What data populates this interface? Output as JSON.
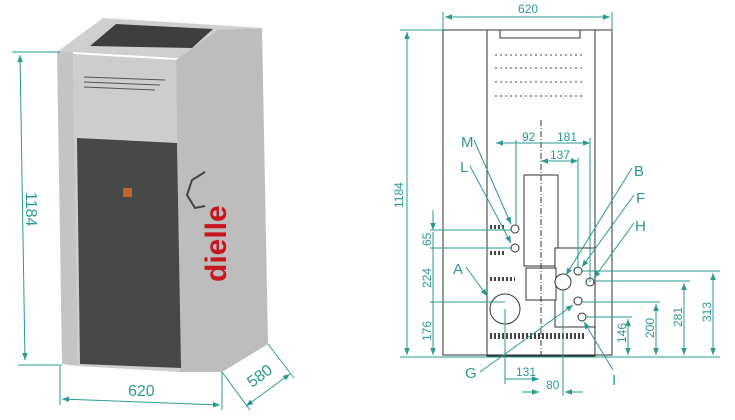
{
  "iso_view": {
    "logo_text": "dielle",
    "dimensions": {
      "height": "1184",
      "width": "620",
      "depth": "580"
    }
  },
  "rear_view": {
    "dimensions": {
      "total_width": "620",
      "total_height": "1184",
      "d92": "92",
      "d181": "181",
      "d137": "137",
      "d65": "65",
      "d224": "224",
      "d176": "176",
      "d146": "146",
      "d200": "200",
      "d281": "281",
      "d313": "313",
      "d131": "131",
      "d80": "80"
    },
    "connections": {
      "M": "M",
      "L": "L",
      "A": "A",
      "B": "B",
      "F": "F",
      "H": "H",
      "G": "G",
      "I": "I"
    }
  },
  "colors": {
    "dimension": "#2a9a92",
    "door": "#474747",
    "body": "#d4d4d4",
    "logo": "#c8161d"
  }
}
